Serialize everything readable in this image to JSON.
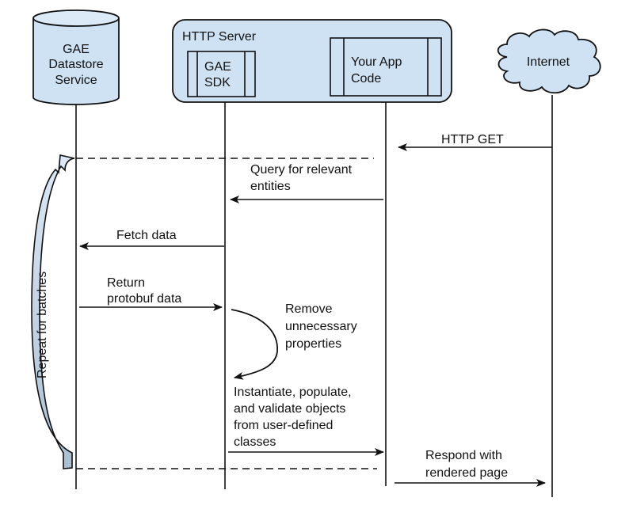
{
  "colors": {
    "fill": "#cfe2f3",
    "fill_dark": "#b7cde0",
    "stroke": "#111111",
    "background": "#ffffff"
  },
  "participants": {
    "datastore": {
      "lines": [
        "GAE",
        "Datastore",
        "Service"
      ],
      "shape": "cylinder"
    },
    "http_server": {
      "label": "HTTP Server",
      "shape": "rounded-rectangle"
    },
    "sdk": {
      "lines": [
        "GAE",
        "SDK"
      ],
      "shape": "subprocess-box"
    },
    "app": {
      "lines": [
        "Your App",
        "Code"
      ],
      "shape": "subprocess-box"
    },
    "internet": {
      "label": "Internet",
      "shape": "cloud"
    }
  },
  "messages": [
    {
      "id": "http-get",
      "from": "internet",
      "to": "app",
      "style": "solid",
      "lines": [
        "HTTP GET"
      ]
    },
    {
      "id": "query",
      "from": "app",
      "to": "sdk",
      "style": "solid",
      "lines": [
        "Query for relevant",
        "entities"
      ]
    },
    {
      "id": "fetch",
      "from": "sdk",
      "to": "datastore",
      "style": "solid",
      "lines": [
        "Fetch data"
      ]
    },
    {
      "id": "return",
      "from": "datastore",
      "to": "sdk",
      "style": "solid",
      "lines": [
        "Return",
        "protobuf data"
      ]
    },
    {
      "id": "remove",
      "from": "sdk",
      "to": "sdk",
      "style": "self-curve",
      "lines": [
        "Remove",
        "unnecessary",
        "properties"
      ]
    },
    {
      "id": "instantiate",
      "from": "sdk",
      "to": "app",
      "style": "solid",
      "lines": [
        "Instantiate, populate,",
        "and validate objects",
        "from user-defined",
        "classes"
      ]
    },
    {
      "id": "respond",
      "from": "app",
      "to": "internet",
      "style": "solid",
      "lines": [
        "Respond with",
        "rendered page"
      ]
    }
  ],
  "loop": {
    "label": "Repeat for batches",
    "style": "dashed-bounds"
  }
}
